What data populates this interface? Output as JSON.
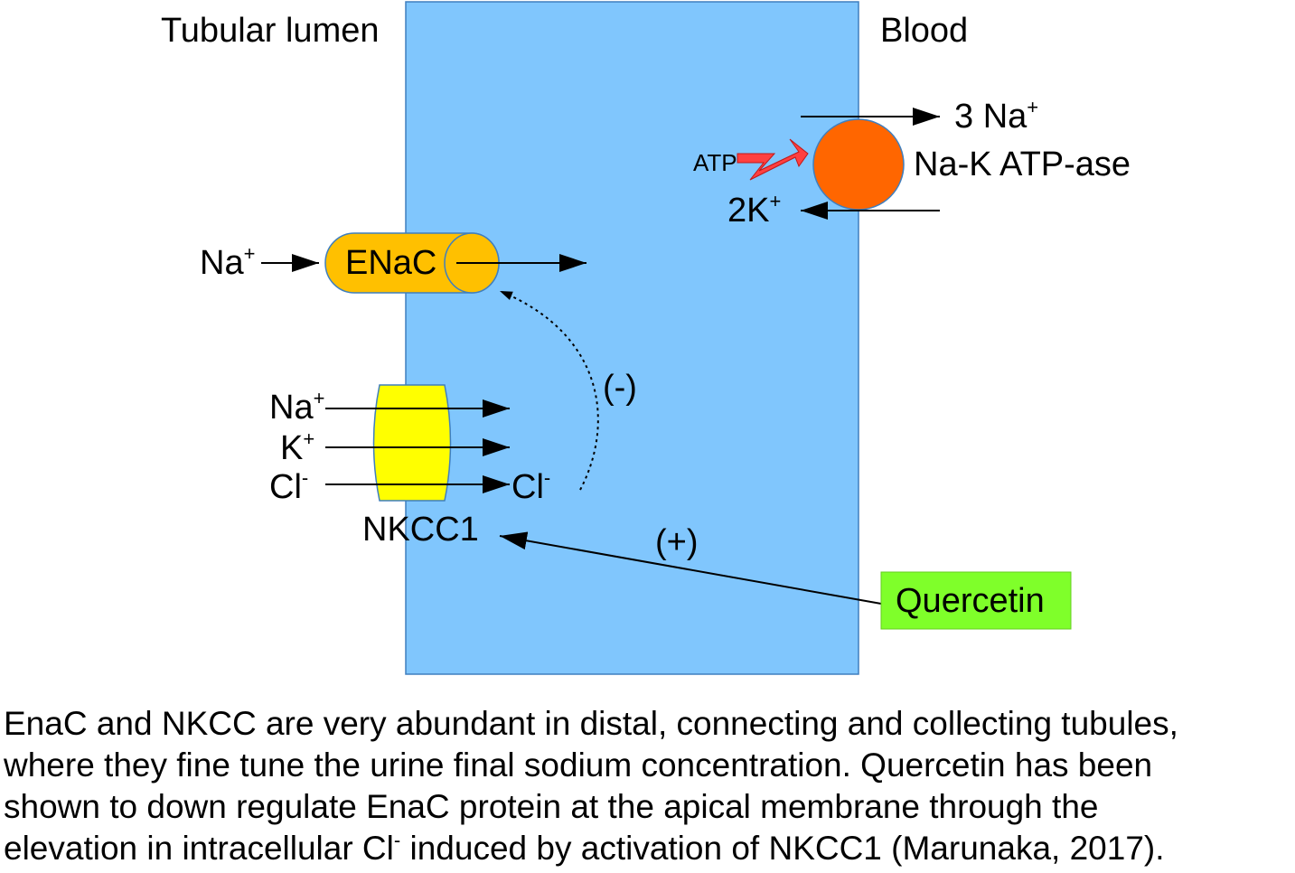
{
  "regions": {
    "lumen": "Tubular lumen",
    "blood": "Blood"
  },
  "ions": {
    "na": "Na",
    "k": "K",
    "cl": "Cl",
    "plus": "+",
    "minus": "-",
    "three_na": "3 Na",
    "two_k": "2K"
  },
  "pump": {
    "label": "Na-K ATP-ase",
    "atp": "ATP"
  },
  "enac": {
    "label": "ENaC"
  },
  "nkcc1": {
    "label": "NKCC1"
  },
  "effects": {
    "inhibit": "(-)",
    "activate": "(+)"
  },
  "quercetin": {
    "label": "Quercetin"
  },
  "caption": {
    "line1": "EnaC and NKCC are very abundant in distal, connecting and collecting tubules,",
    "line2": "where they fine tune the urine final sodium concentration. Quercetin has been",
    "line3": "shown to down regulate EnaC protein at the apical membrane through the",
    "line4a": "elevation in intracellular Cl",
    "line4sup": "-",
    "line4b": " induced by activation of NKCC1 (Marunaka, 2017)."
  },
  "colors": {
    "cell": "#80c6fd",
    "cell_border": "#3f7fbf",
    "enac": "#ffc000",
    "nkcc1": "#ffff00",
    "pump": "#ff6600",
    "atp_bolt": "#ff4040",
    "quercetin": "#7fff2a"
  }
}
